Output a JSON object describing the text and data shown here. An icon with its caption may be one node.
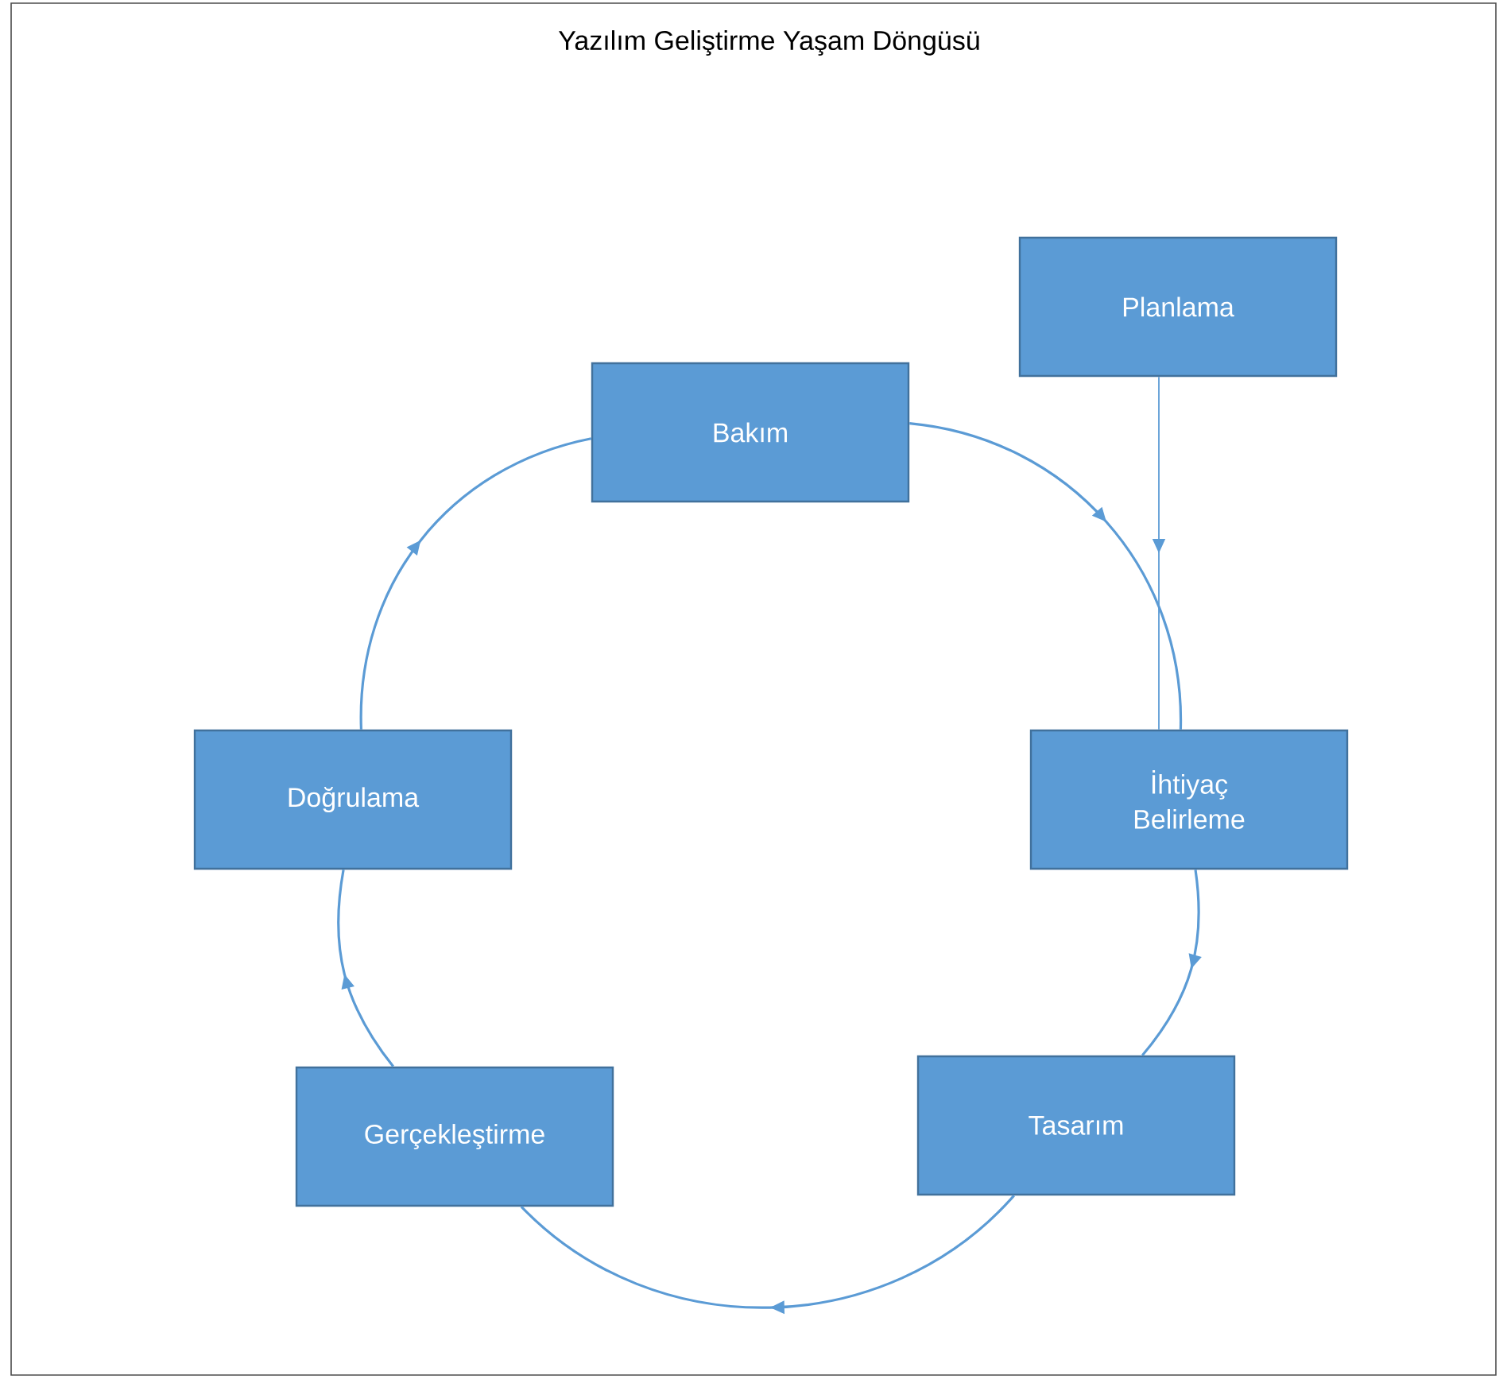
{
  "diagram": {
    "title": "Yazılım Geliştirme Yaşam Döngüsü",
    "nodes": [
      {
        "text": [
          "Bakım"
        ]
      },
      {
        "text": [
          "Planlama"
        ]
      },
      {
        "text": [
          "İhtiyaç Belirleme"
        ]
      },
      {
        "text": [
          "Tasarım"
        ]
      },
      {
        "text": [
          "Gerçekleştirme"
        ]
      },
      {
        "text": [
          "Doğrulama"
        ]
      }
    ],
    "edges": [
      {
        "from": 0,
        "to": 2,
        "arrow": "to"
      },
      {
        "from": 2,
        "to": 3,
        "arrow": "to"
      },
      {
        "from": 3,
        "to": 4,
        "arrow": "to"
      },
      {
        "from": 4,
        "to": 5,
        "arrow": "to"
      },
      {
        "from": 5,
        "to": 0,
        "arrow": "to"
      },
      {
        "from": 1,
        "to": 2,
        "arrow": "to"
      }
    ]
  }
}
